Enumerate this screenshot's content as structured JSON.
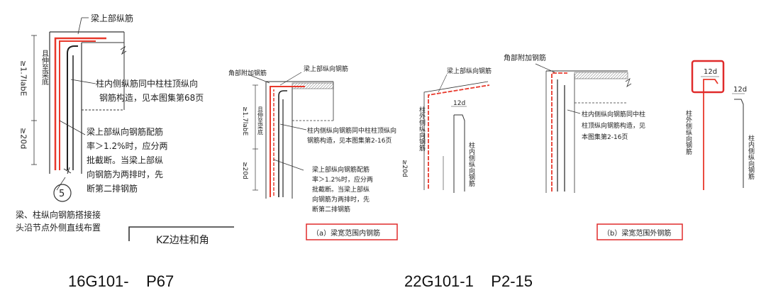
{
  "left": {
    "beam_top_bar": "梁上部纵筋",
    "dim_upper": "≥1.7labE",
    "dim_upper_note": "且伸至梁底",
    "dim_lower": "≥20d",
    "note1_l1": "柱内侧纵筋同中柱柱顶纵向",
    "note1_l2": "钢筋构造，见本图集第68页",
    "note2_l1": "梁上部纵向钢筋配筋",
    "note2_l2": "率＞1.2%时，应分两",
    "note2_l3": "批截断。当梁上部纵",
    "note2_l4": "向钢筋为两排时，先",
    "note2_l5": "断第二排钢筋",
    "circle_num": "5",
    "bottom_l1": "梁、柱纵向钢筋搭接接",
    "bottom_l2": "头沿节点外侧直线布置",
    "box_text": "KZ边柱和角"
  },
  "mid": {
    "corner_bar": "角部附加钢筋",
    "beam_top_bar": "梁上部纵向钢筋",
    "dim_upper": "≥1.7labE",
    "dim_upper_note": "且伸至梁底",
    "dim_lower": "≥20d",
    "note1_l1": "柱内侧纵向钢筋同中柱柱顶纵向",
    "note1_l2": "钢筋构造，见本图集第2-16页",
    "note2_l1": "梁上部纵向钢筋配筋",
    "note2_l2": "率＞1.2%时，应分两",
    "note2_l3": "批截断。当梁上部纵",
    "note2_l4": "向钢筋为两排时，先",
    "note2_l5": "断第二排钢筋",
    "caption": "（a）梁宽范围内钢筋"
  },
  "small_a": {
    "beam_top_bar": "梁上部纵向钢筋",
    "dim_12d": "12d",
    "dim_20d": "≥20d",
    "outer_bar": "柱外侧纵向钢筋",
    "inner_bar": "柱内侧纵向钢筋"
  },
  "right": {
    "corner_bar": "角部附加钢筋",
    "note1_l1": "柱内侧纵向钢筋同中柱",
    "note1_l2": "柱顶纵向钢筋构造，见",
    "note1_l3": "本图集第2-16页",
    "caption": "（b）梁宽范围外钢筋",
    "dim_12d_a": "12d",
    "dim_12d_b": "12d",
    "outer_bar": "柱外侧纵向钢筋",
    "inner_bar": "柱内侧纵向钢筋"
  },
  "captions": {
    "left": "16G101-    P67",
    "right": "22G101-1    P2-15"
  },
  "colors": {
    "rebar_red": "#e8392c",
    "highlight_red": "#e02b2b",
    "line": "#333333"
  }
}
